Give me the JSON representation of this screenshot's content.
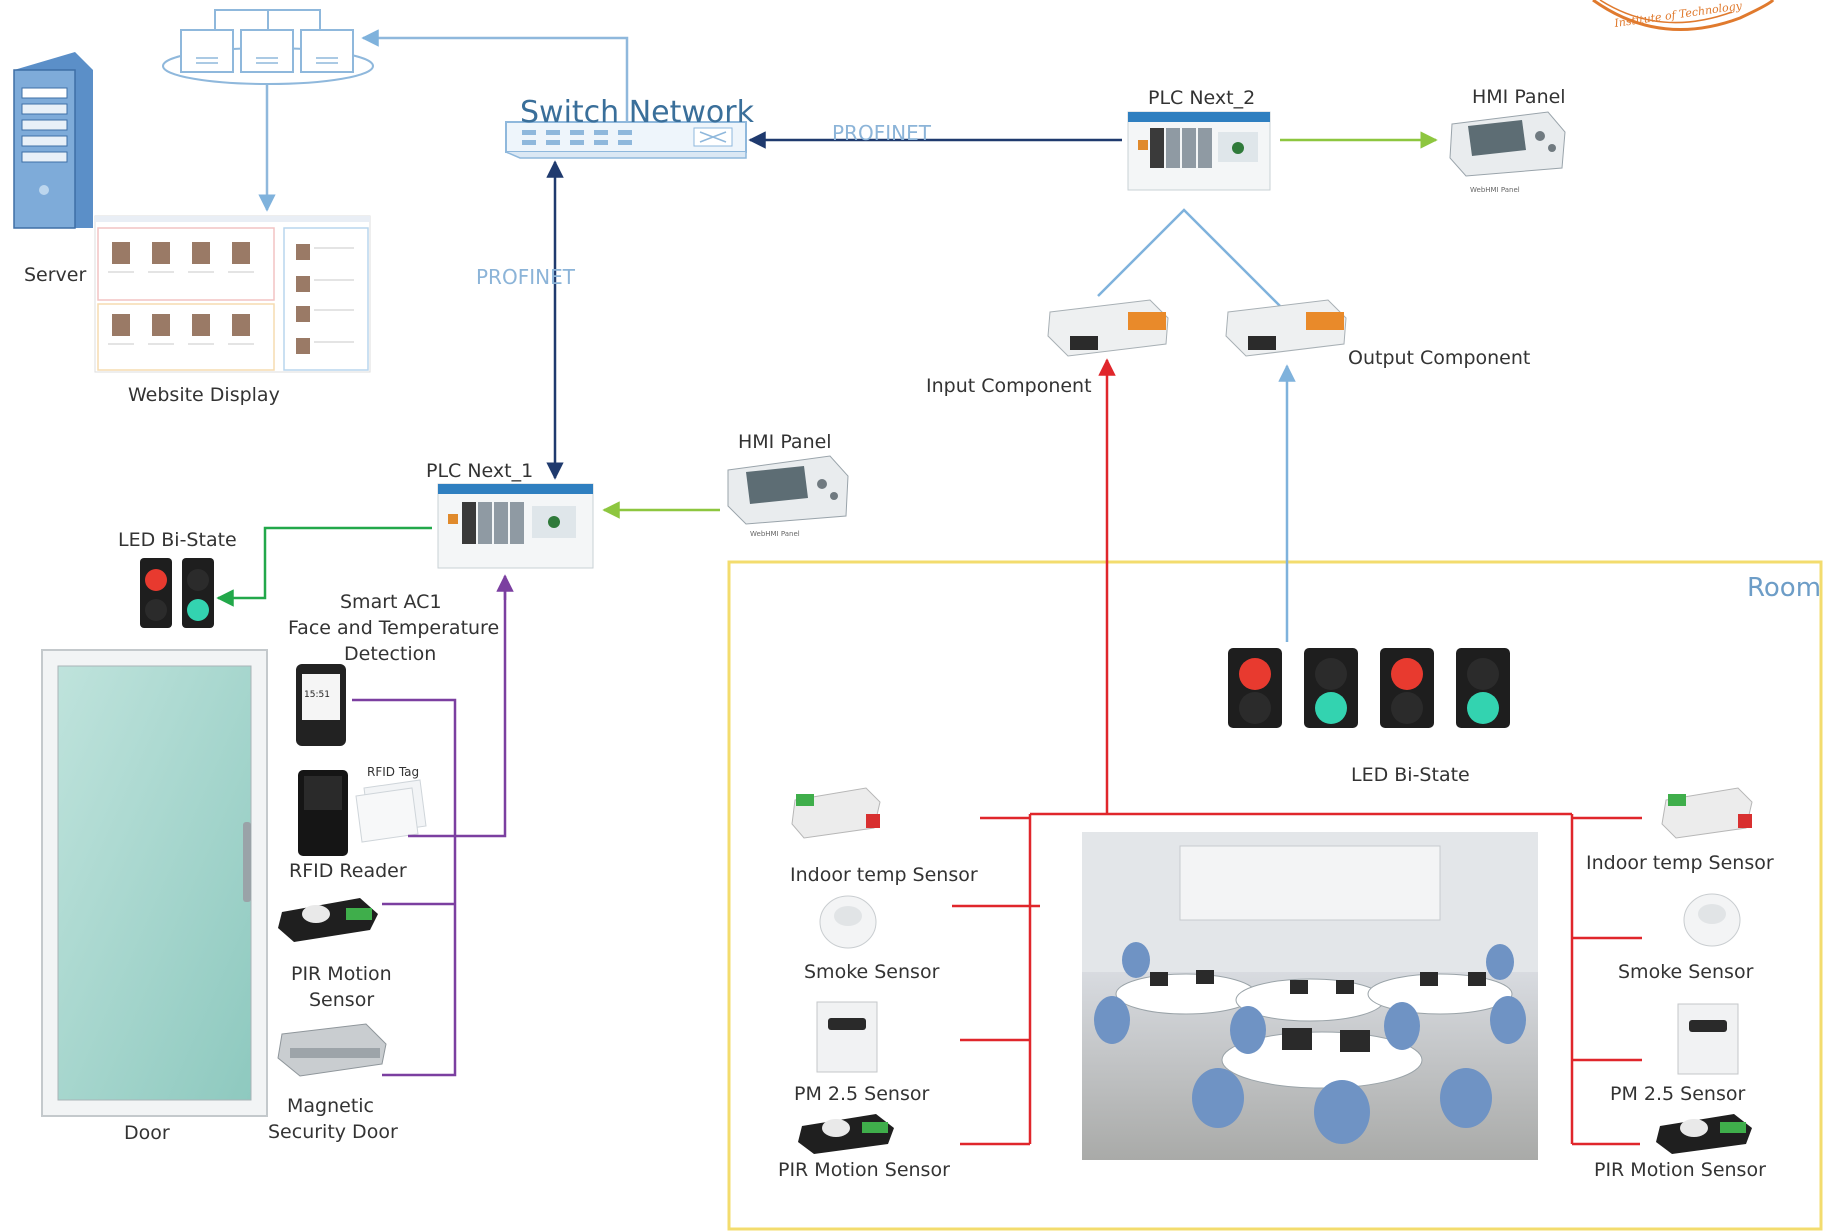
{
  "labels": {
    "server": "Server",
    "website_display": "Website Display",
    "switch_network": "Switch Network",
    "profinet_top": "PROFINET",
    "profinet_vertical": "PROFINET",
    "plc_next_2": "PLC Next_2",
    "hmi_panel_top": "HMI Panel",
    "hmi_panel_left": "HMI Panel",
    "plc_next_1": "PLC Next_1",
    "input_component": "Input Component",
    "output_component": "Output Component",
    "led_bi_state_left": "LED Bi-State",
    "led_bi_state_room": "LED Bi-State",
    "smart_ac1_line1": "Smart AC1",
    "smart_ac1_line2": "Face and Temperature",
    "smart_ac1_line3": "Detection",
    "rfid_tag": "RFID Tag",
    "rfid_reader": "RFID Reader",
    "pir_left_line1": "PIR Motion",
    "pir_left_line2": "Sensor",
    "mag_line1": "Magnetic",
    "mag_line2": "Security Door",
    "door": "Door",
    "room": "Room",
    "indoor_temp_left": "Indoor temp Sensor",
    "smoke_left": "Smoke Sensor",
    "pm25_left": "PM 2.5 Sensor",
    "pir_room_left": "PIR Motion Sensor",
    "indoor_temp_right": "Indoor temp Sensor",
    "smoke_right": "Smoke Sensor",
    "pm25_right": "PM 2.5 Sensor",
    "pir_room_right": "PIR Motion Sensor",
    "webhmi_top": "WebHMI Panel",
    "webhmi_left": "WebHMI Panel",
    "device_clock": "15:51",
    "logo_text": "Institute of Technology"
  },
  "colors": {
    "profinet_link": "#1f3a6e",
    "hmi_link": "#8dc63f",
    "led_link": "#22a84a",
    "sensor_red": "#e0262b",
    "output_blue": "#7fb2dc",
    "access_purple": "#7b3fa0",
    "room_border": "#f3dc6e",
    "light_blue": "#8fb8dc"
  },
  "icons": [
    "server-icon",
    "cloud-icon",
    "switch-icon",
    "plc-icon",
    "hmi-icon",
    "io-module-icon",
    "traffic-light-icon",
    "face-terminal-icon",
    "rfid-reader-icon",
    "rfid-card-icon",
    "pir-sensor-icon",
    "magnetic-lock-icon",
    "door-icon",
    "temp-sensor-icon",
    "smoke-detector-icon",
    "pm25-sensor-icon",
    "classroom-photo",
    "logo-seal"
  ]
}
